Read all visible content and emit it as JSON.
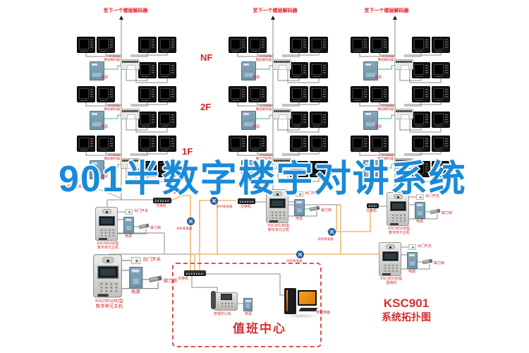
{
  "watermark": "901半数字楼宇对讲系统",
  "corner": {
    "model": "KSC901",
    "caption": "系统拓扑图"
  },
  "top_branch_label": "至下一个楼层解码器",
  "floor_labels": [
    "NF",
    "2F",
    "1F"
  ],
  "labels": {
    "decoder_model": "KT9025",
    "decoder_name": "楼层解码器",
    "power": "电源",
    "exit_switch": "出门开关",
    "mag_lock": "磁力锁",
    "net_switch": "交换机",
    "fiber_transceiver": "光纤收发器",
    "single_mode_fiber": "单模光纤",
    "cat5_cable": "超五类网线",
    "unit_station_line1": "KSC901(M)型",
    "unit_station_line2": "数字单元主机",
    "wall_station_line1": "KSC901(M)型",
    "wall_station_line2": "围墙机",
    "mgmt_center_phone": "管理中心机",
    "mgmt_pc": "管理电脑",
    "duty_center": "值班中心"
  }
}
